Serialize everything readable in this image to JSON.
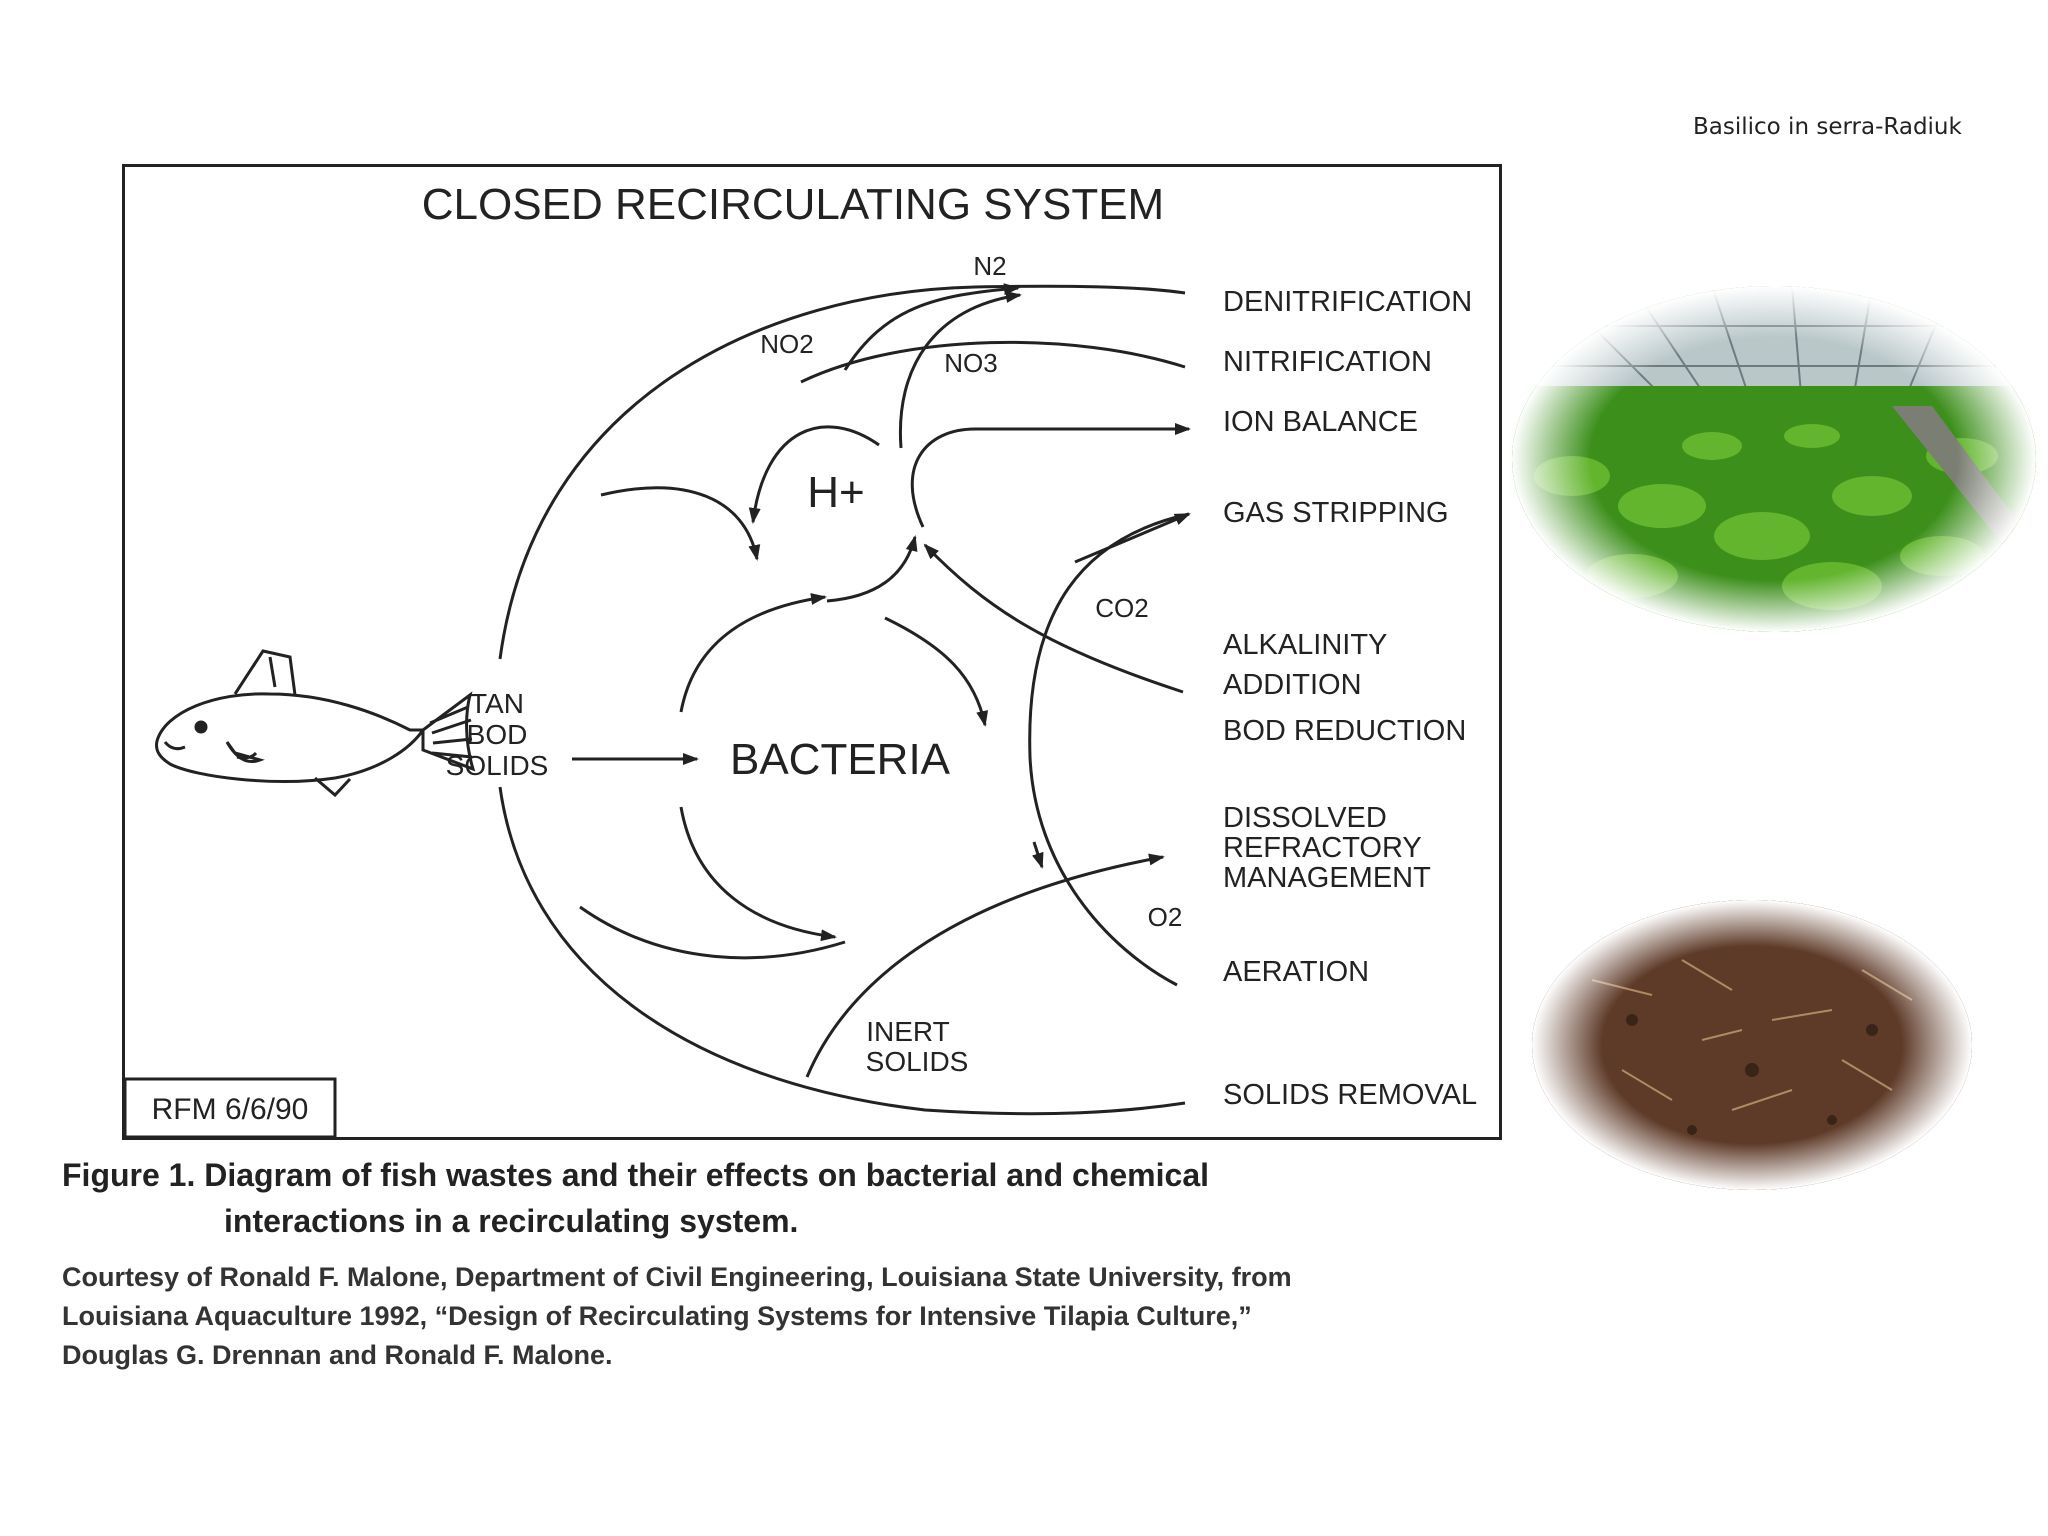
{
  "slide_label": "Basilico in serra-Radiuk",
  "diagram": {
    "title": "CLOSED RECIRCULATING SYSTEM",
    "center_label": "BACTERIA",
    "hplus_label": "H+",
    "inputs": [
      "TAN",
      "BOD",
      "SOLIDS"
    ],
    "species": {
      "n2": "N2",
      "no2": "NO2",
      "no3": "NO3",
      "co2": "CO2",
      "o2": "O2",
      "inert1": "INERT",
      "inert2": "SOLIDS"
    },
    "processes": [
      "DENITRIFICATION",
      "NITRIFICATION",
      "ION BALANCE",
      "GAS STRIPPING",
      "ALKALINITY",
      "ADDITION",
      "BOD REDUCTION",
      "DISSOLVED",
      "REFRACTORY",
      "MANAGEMENT",
      "AERATION",
      "SOLIDS REMOVAL"
    ],
    "stamp": "RFM 6/6/90"
  },
  "caption": {
    "line1": "Figure 1. Diagram of fish wastes and their effects on bacterial and chemical",
    "line2": "interactions in a recirculating system.",
    "credit1": "Courtesy of Ronald F. Malone, Department of Civil Engineering, Louisiana State University, from",
    "credit2": "Louisiana Aquaculture 1992, “Design of Recirculating Systems for Intensive Tilapia Culture,”",
    "credit3": "Douglas G. Drennan and Ronald F. Malone."
  },
  "colors": {
    "ink": "#222222",
    "greenhouse": "#4aa524",
    "soil": "#6b4330"
  }
}
